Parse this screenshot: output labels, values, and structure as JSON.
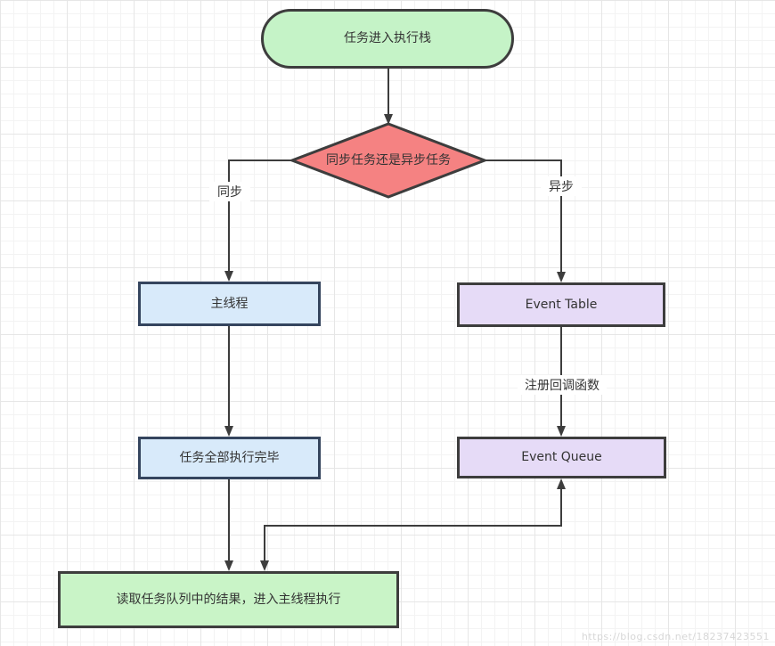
{
  "diagram": {
    "nodes": {
      "start": {
        "label": "任务进入执行栈",
        "shape": "stadium",
        "fill": "#c5f3c7"
      },
      "decision": {
        "label": "同步任务还是异步任务",
        "shape": "diamond",
        "fill": "#f58282"
      },
      "main_thread": {
        "label": "主线程",
        "shape": "rect",
        "fill": "#d8eafa"
      },
      "event_table": {
        "label": "Event Table",
        "shape": "rect",
        "fill": "#e6dbf7"
      },
      "tasks_done": {
        "label": "任务全部执行完毕",
        "shape": "rect",
        "fill": "#d8eafa"
      },
      "event_queue": {
        "label": "Event Queue",
        "shape": "rect",
        "fill": "#e6dbf7"
      },
      "read_queue": {
        "label": "读取任务队列中的结果，进入主线程执行",
        "shape": "rect",
        "fill": "#c9f4c7"
      }
    },
    "edge_labels": {
      "sync": "同步",
      "async": "异步",
      "register_callback": "注册回调函数"
    },
    "colors": {
      "line": "#3d3d3d",
      "border_dark": "#3d3d3d",
      "border_blue": "#35455e",
      "grid_minor": "#f3f3f3",
      "grid_major": "#e6e6e6"
    }
  },
  "watermark": {
    "text": "https://blog.csdn.net/18237423551"
  }
}
